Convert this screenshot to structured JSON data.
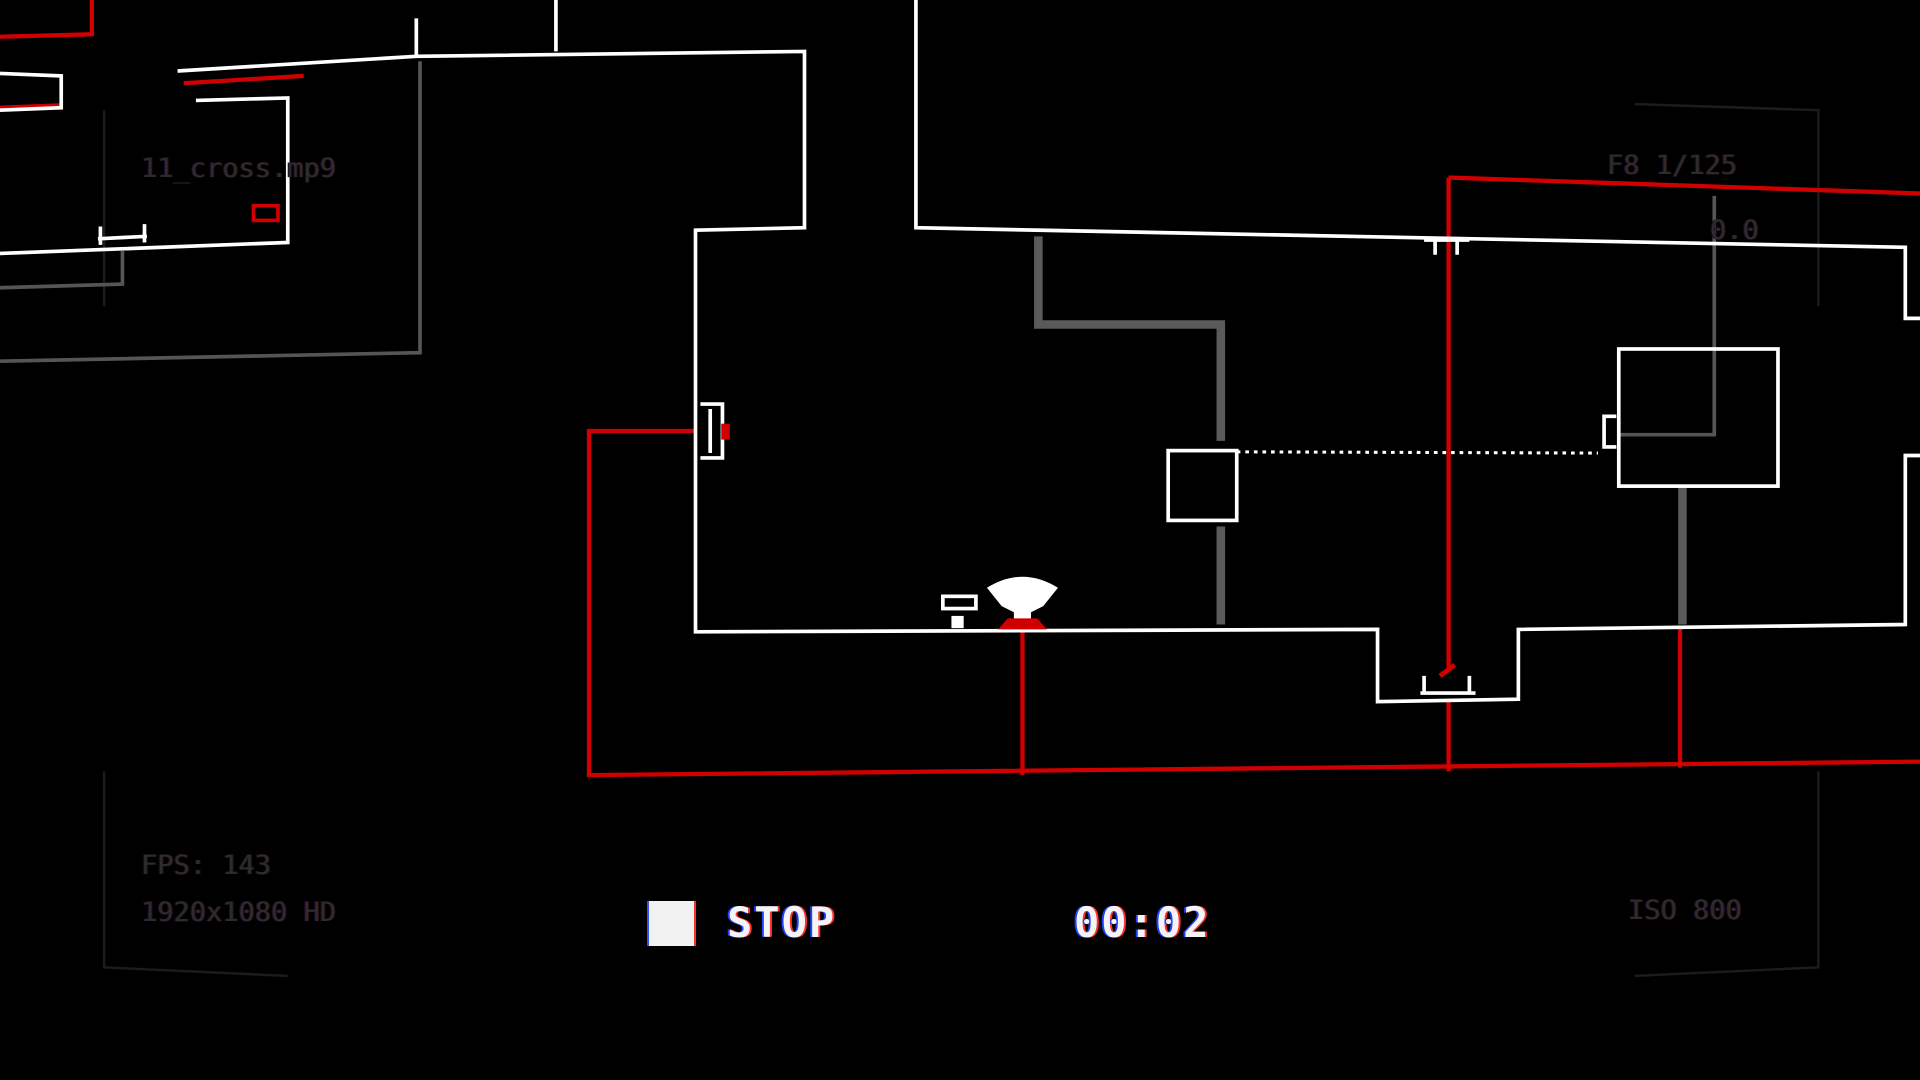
{
  "recording": {
    "status_label": "STOP",
    "timer": "00:02",
    "stop_icon": "square-icon"
  },
  "hud": {
    "filename": "11_cross.mp9",
    "aperture_shutter": "F8 1/125",
    "exposure": "0.0",
    "fps": "FPS: 143",
    "resolution": "1920x1080 HD",
    "iso": "ISO 800"
  },
  "colors": {
    "wall": "#ffffff",
    "wire": "#d00000",
    "pipe": "#555555",
    "hud_text": "#2c2c2c",
    "background": "#000000"
  }
}
